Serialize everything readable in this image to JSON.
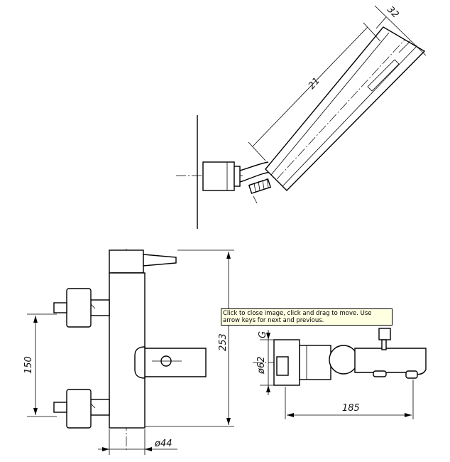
{
  "dimensions": {
    "hand_shower_diameter": "32",
    "hand_shower_length": "21",
    "height_total": "253",
    "inlet_spacing": "150",
    "body_diameter": "ø44",
    "outlet_diameter": "ø62",
    "thread": "G",
    "spout_length": "185"
  },
  "tooltip": {
    "text": "Click to close image, click and drag to move. Use arrow keys for next and previous."
  }
}
